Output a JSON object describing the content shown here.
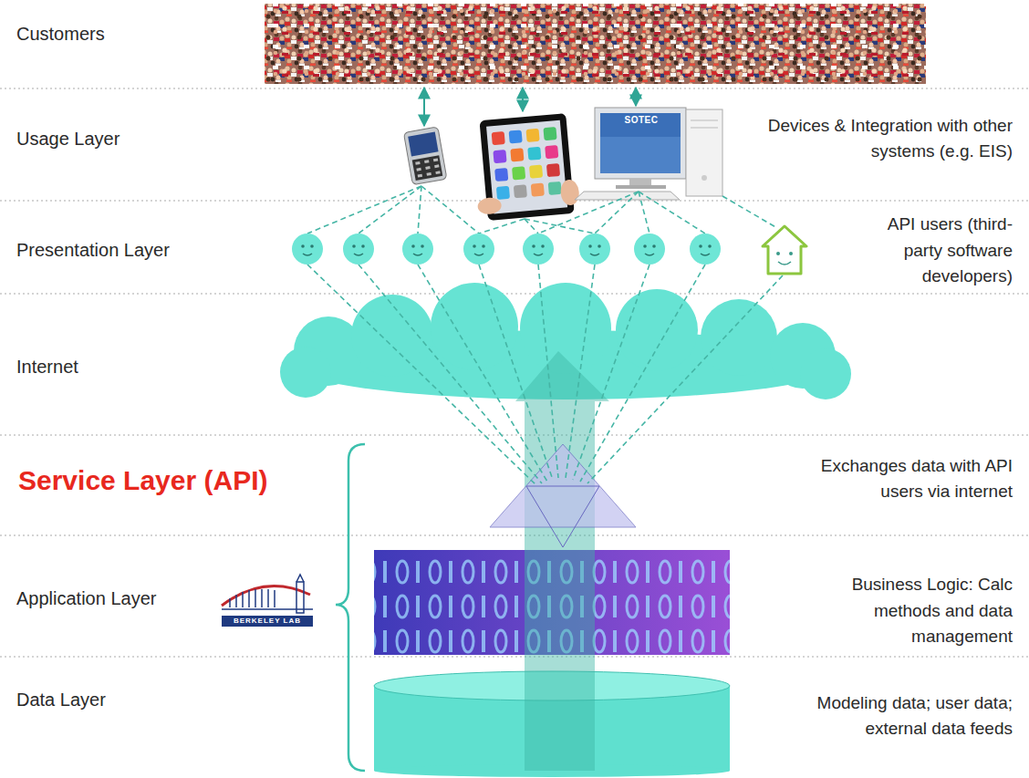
{
  "diagram": {
    "nodes": [
      {
        "text": [
          "Customers"
        ]
      },
      {
        "text": [
          "Usage Layer",
          "Devices & Integration with other systems (e.g. EIS)"
        ]
      },
      {
        "text": [
          "Presentation Layer",
          "API users (third-party software developers)"
        ]
      },
      {
        "text": [
          "Internet"
        ]
      },
      {
        "text": [
          "Service Layer (API)"
        ]
      },
      {
        "text": [
          "Exchanges data with API users via internet"
        ],
        "in": 4
      },
      {
        "text": [
          "Application Layer",
          "Business Logic: Calc methods and data management"
        ],
        "in": 4
      },
      {
        "text": [
          "Data Layer",
          "Modeling data; user data; external data feeds"
        ],
        "in": 4
      }
    ],
    "labels": [
      "SOTEC",
      "BERKELEY LAB"
    ]
  }
}
